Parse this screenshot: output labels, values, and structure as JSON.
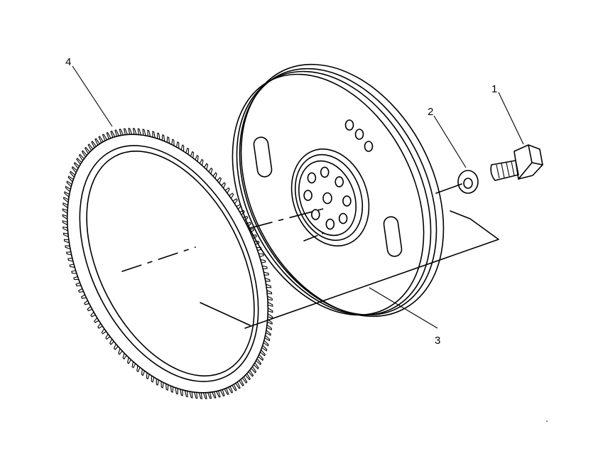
{
  "diagram": {
    "callouts": [
      {
        "id": "1",
        "label": "1",
        "part": "bolt"
      },
      {
        "id": "2",
        "label": "2",
        "part": "washer"
      },
      {
        "id": "3",
        "label": "3",
        "part": "flywheel"
      },
      {
        "id": "4",
        "label": "4",
        "part": "ring-gear"
      }
    ],
    "colors": {
      "ink": "#000000",
      "paper": "#ffffff"
    }
  }
}
